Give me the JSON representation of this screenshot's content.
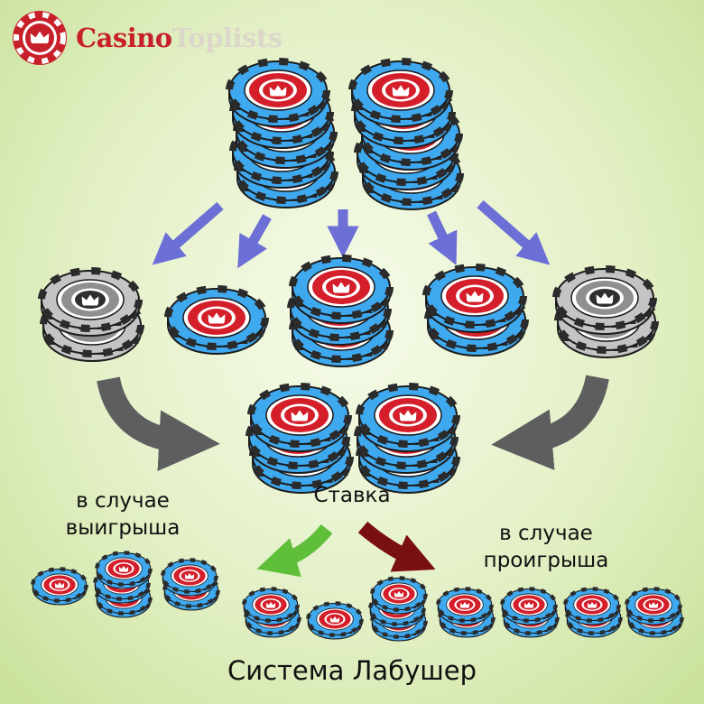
{
  "brand": {
    "part1": "Casino",
    "part2": "Toplists"
  },
  "labels": {
    "win_line1": "в случае",
    "win_line2": "выигрыша",
    "bet": "Ставка",
    "loss_line1": "в случае",
    "loss_line2": "проигрыша"
  },
  "title": "Система Лабушер",
  "colors": {
    "chip_blue": "#3fa9f0",
    "chip_grey": "#b9b9b9",
    "chip_red": "#d41e2a",
    "arrow_purple": "#6b6fd6",
    "arrow_grey": "#5e5e5e",
    "arrow_green": "#5fbf3a",
    "arrow_darkred": "#7a0f12",
    "brand_red": "#c8202a"
  },
  "icons": {
    "logo": "crown-chip-icon",
    "chip_center": "crown-icon"
  }
}
